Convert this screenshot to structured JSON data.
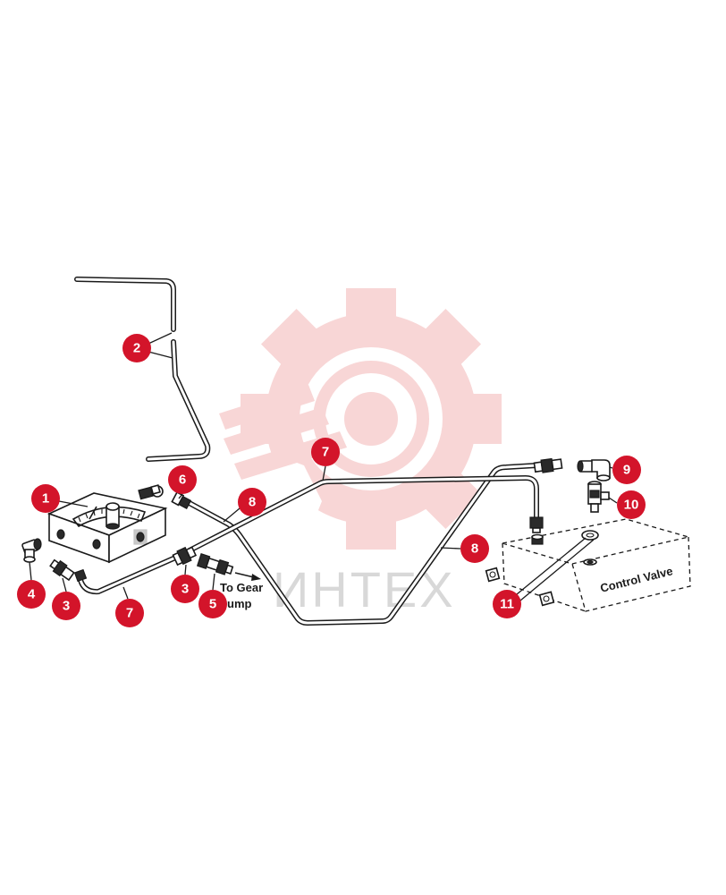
{
  "diagram": {
    "callouts": [
      "1",
      "2",
      "3",
      "4",
      "5",
      "6",
      "7",
      "7",
      "8",
      "8",
      "9",
      "10",
      "11",
      "3"
    ],
    "labels": {
      "to_gear": "To Gear",
      "pump": "ump",
      "control_valve": "Control Valve"
    },
    "watermark": "ИНТЕХ"
  },
  "colors": {
    "callout": "#d3142a",
    "line": "#1a1a1a",
    "watermark": "#f7cfcf"
  }
}
